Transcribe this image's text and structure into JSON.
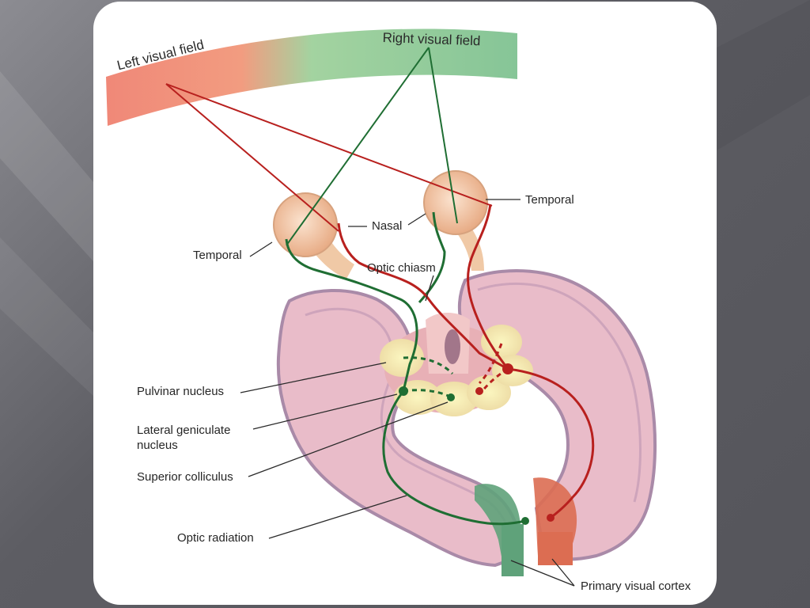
{
  "diagram": {
    "field_labels": {
      "left": "Left visual field",
      "right": "Right visual field"
    },
    "labels": {
      "temporal_right": "Temporal",
      "nasal": "Nasal",
      "temporal_left": "Temporal",
      "optic_chiasm": "Optic chiasm",
      "pulvinar": "Pulvinar nucleus",
      "lgn_line1": "Lateral geniculate",
      "lgn_line2": "nucleus",
      "superior_colliculus": "Superior colliculus",
      "optic_radiation": "Optic radiation",
      "primary_visual_cortex": "Primary visual cortex"
    },
    "colors": {
      "left_field": "#f08a78",
      "right_field": "#8fcb9c",
      "red_pathway": "#b8201e",
      "green_pathway": "#1f6e33",
      "brain_tissue": "#e8b8c8",
      "brain_outline": "#a88aa8",
      "eye": "#f2c7a6",
      "nucleus_yellow": "#f4ec96"
    }
  }
}
